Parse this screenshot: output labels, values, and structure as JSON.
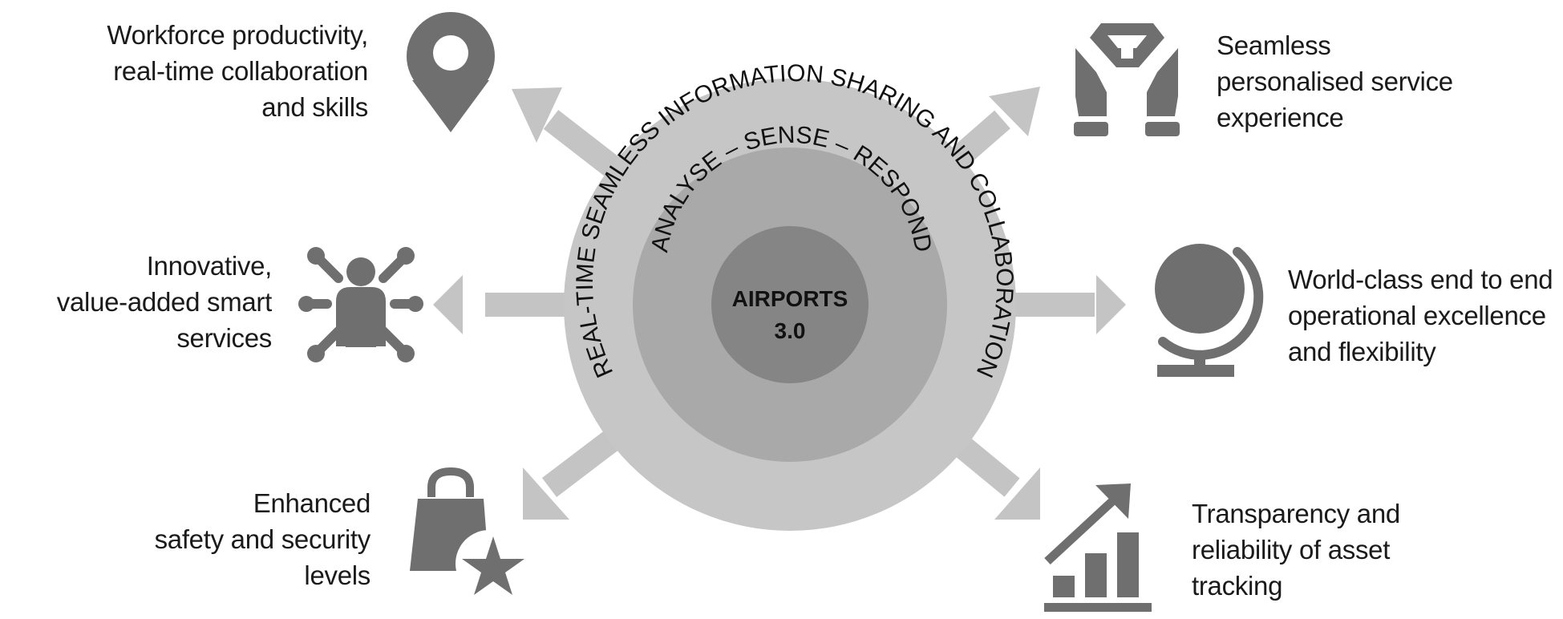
{
  "hub": {
    "outer_ring_text": "REAL-TIME SEAMLESS INFORMATION SHARING AND COLLABORATION",
    "middle_ring_text": "ANALYSE – SENSE – RESPOND",
    "core_line1": "AIRPORTS",
    "core_line2": "3.0"
  },
  "outcomes": {
    "top_left": [
      "Workforce productivity,",
      "real-time collaboration",
      "and skills"
    ],
    "mid_left": [
      "Innovative,",
      "value-added smart",
      "services"
    ],
    "bottom_left": [
      "Enhanced",
      "safety and security",
      "levels"
    ],
    "top_right": [
      "Seamless",
      "personalised service",
      "experience"
    ],
    "mid_right": [
      "World-class end to end",
      "operational excellence",
      "and flexibility"
    ],
    "bottom_right": [
      "Transparency and",
      "reliability of asset",
      "tracking"
    ]
  },
  "icons": {
    "top_left": "location-pin-icon",
    "mid_left": "connected-person-icon",
    "bottom_left": "shopping-bag-star-icon",
    "top_right": "hands-diamond-icon",
    "mid_right": "globe-icon",
    "bottom_right": "growth-chart-icon"
  },
  "colors": {
    "arrow": "#c4c4c4",
    "outer_circle": "#c6c6c6",
    "middle_circle": "#a9a9a9",
    "core_circle": "#858585",
    "icon": "#6f6f6f",
    "text": "#1a1a1a"
  }
}
